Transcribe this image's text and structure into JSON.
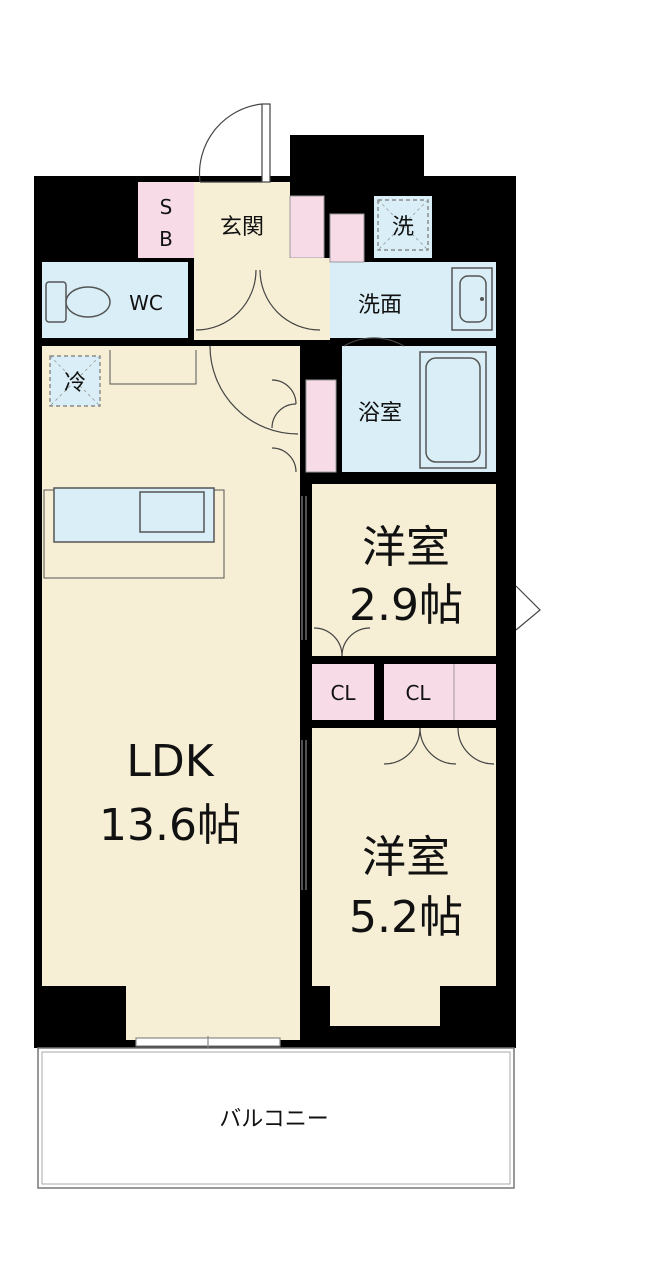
{
  "colors": {
    "wall": "#000000",
    "ldk_floor": "#f6efd6",
    "wet_area": "#d9eef6",
    "storage": "#f7dbe6",
    "bedroom_floor": "#f6efd6"
  },
  "rooms": {
    "sb": {
      "line1": "S",
      "line2": "B"
    },
    "entrance": "玄関",
    "washer": "洗",
    "wc": "WC",
    "washroom": "洗面",
    "fridge": "冷",
    "bath": "浴室",
    "bedroom1": {
      "name": "洋室",
      "size": "2.9帖"
    },
    "closet1": "CL",
    "closet2": "CL",
    "ldk": {
      "name": "LDK",
      "size": "13.6帖"
    },
    "bedroom2": {
      "name": "洋室",
      "size": "5.2帖"
    },
    "balcony": "バルコニー"
  }
}
